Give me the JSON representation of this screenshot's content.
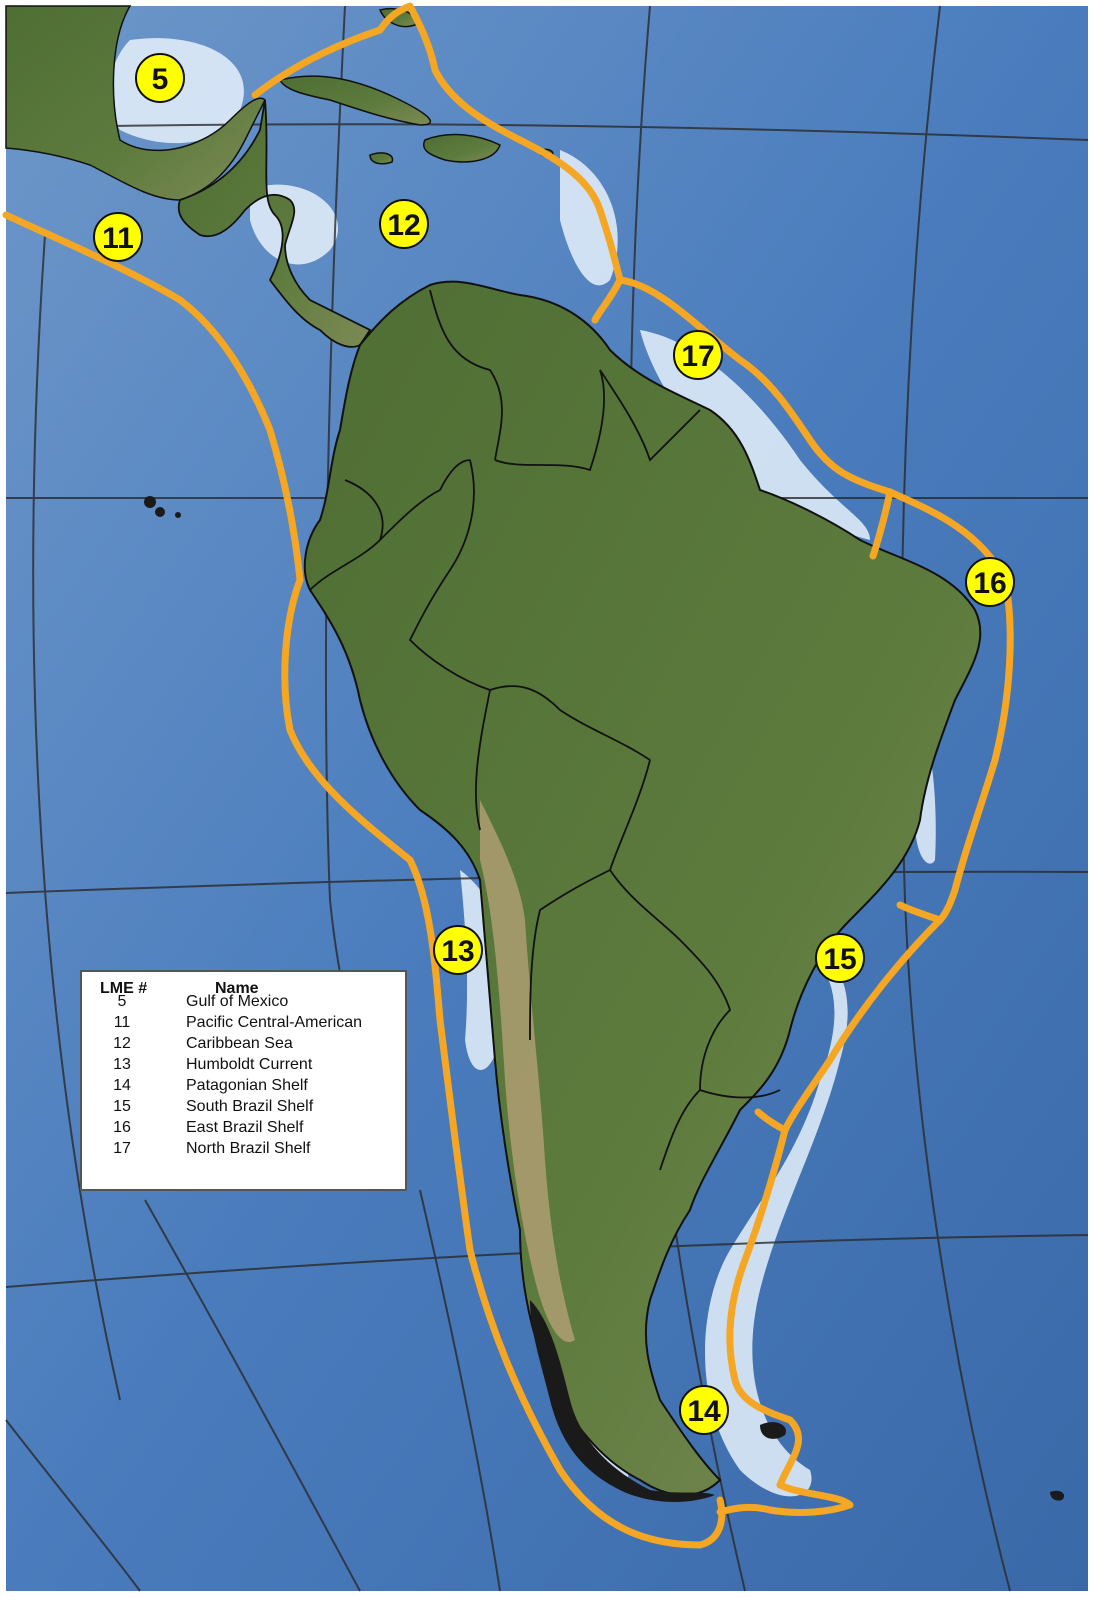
{
  "map": {
    "boundary_color": "#F5A623",
    "badge_color": "#FFFF00",
    "ocean_color": "#3E6FB0",
    "shelf_color": "#E8F2FB",
    "land_color": "#5B7A3A",
    "badges": [
      "5",
      "11",
      "12",
      "13",
      "14",
      "15",
      "16",
      "17"
    ]
  },
  "legend": {
    "header_num": "LME #",
    "header_name": "Name",
    "rows": [
      {
        "num": "5",
        "name": "Gulf of Mexico"
      },
      {
        "num": "11",
        "name": "Pacific Central-American"
      },
      {
        "num": "12",
        "name": "Caribbean Sea"
      },
      {
        "num": "13",
        "name": "Humboldt Current"
      },
      {
        "num": "14",
        "name": "Patagonian Shelf"
      },
      {
        "num": "15",
        "name": "South Brazil Shelf"
      },
      {
        "num": "16",
        "name": "East Brazil Shelf"
      },
      {
        "num": "17",
        "name": "North Brazil Shelf"
      }
    ]
  }
}
